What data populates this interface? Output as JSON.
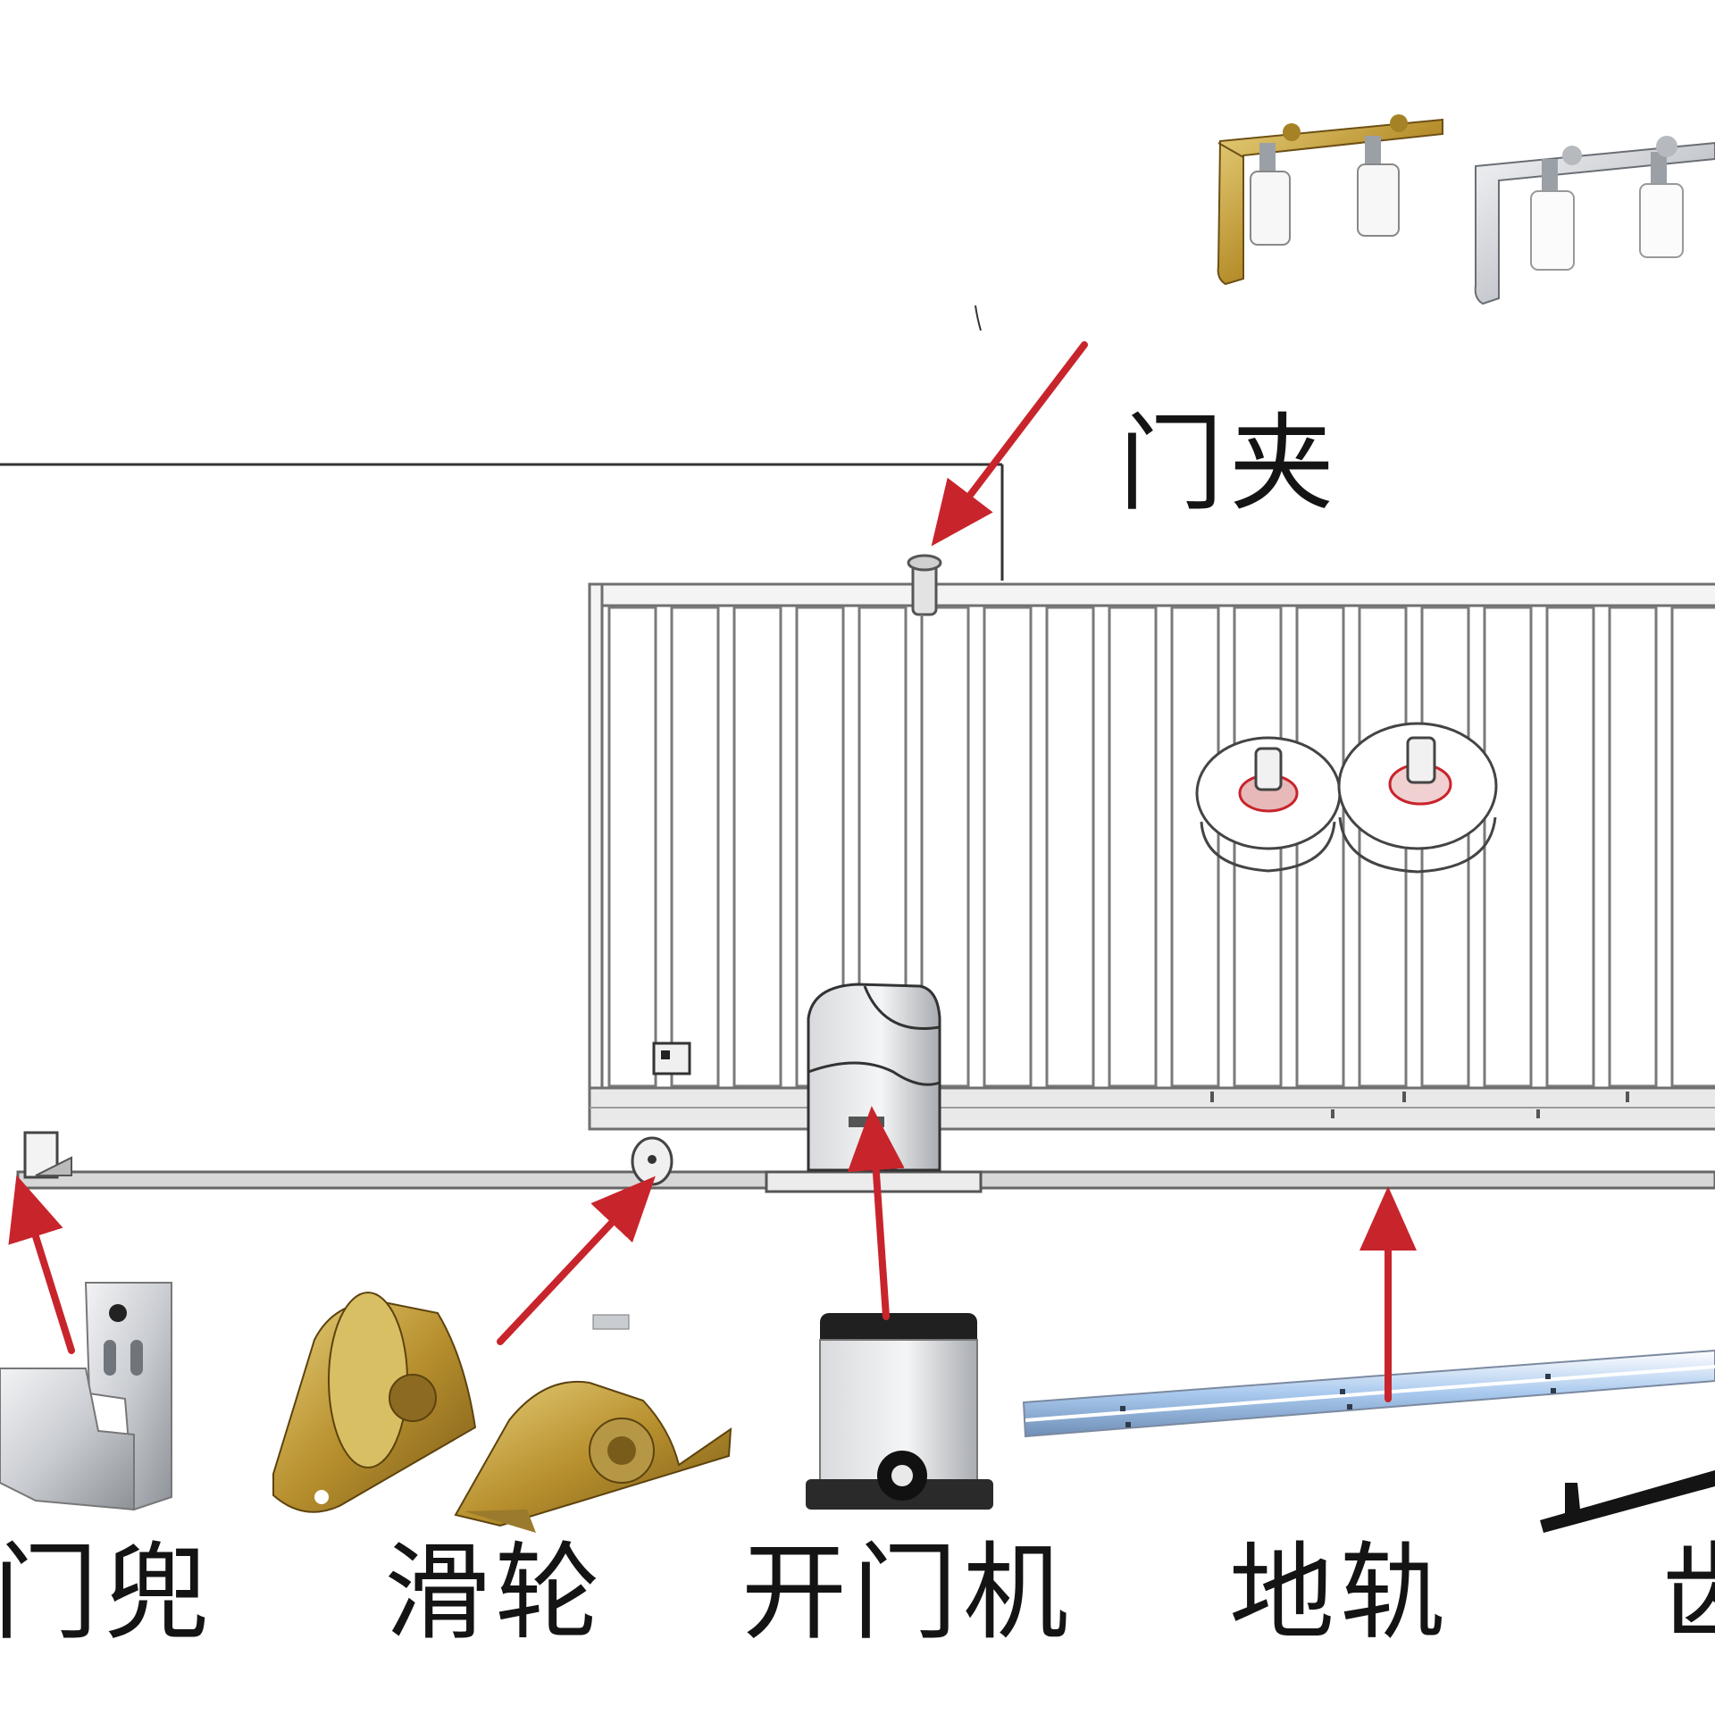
{
  "labels": {
    "door_clamp": "门夹",
    "door_stop": "门兜",
    "pulley": "滑轮",
    "opener": "开门机",
    "ground_rail": "地轨",
    "gear_rack": "齿"
  },
  "colors": {
    "arrow": "#c8242c",
    "gate_frame": "#6f6f6f",
    "brass": "#b8902e",
    "steel": "#c9ccd1",
    "rail_blue": "#a9c9ee",
    "ink": "#141414"
  },
  "icons": {
    "door_clamp_brass": "door-clamp-brass-icon",
    "door_clamp_steel": "door-clamp-steel-icon",
    "guide_wheels": "guide-wheel-icon",
    "door_stop": "door-stop-bracket-icon",
    "pulley": "brass-pulley-icon",
    "opener": "gate-opener-motor-icon",
    "rail": "ground-rail-icon",
    "rack": "gear-rack-icon"
  }
}
